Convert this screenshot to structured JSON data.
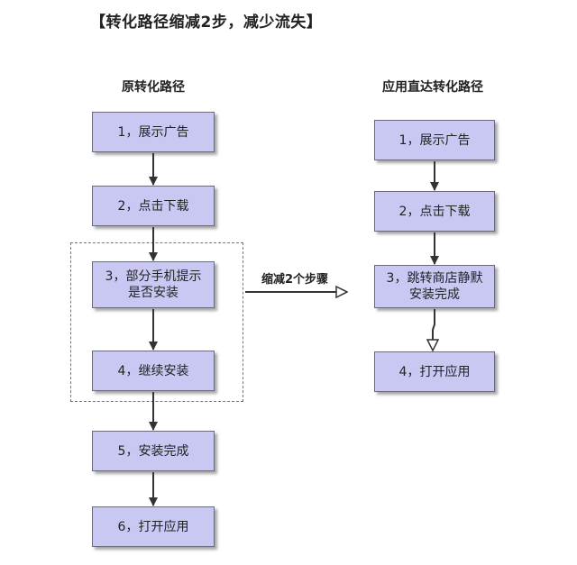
{
  "title": "【转化路径缩减2步，减少流失】",
  "left_column": {
    "heading": "原转化路径",
    "steps": [
      "1，展示广告",
      "2，点击下载",
      "3，部分手机提示是否安装",
      "4，继续安装",
      "5，安装完成",
      "6，打开应用"
    ]
  },
  "right_column": {
    "heading": "应用直达转化路径",
    "steps": [
      "1，展示广告",
      "2，点击下载",
      "3，跳转商店静默安装完成",
      "4，打开应用"
    ]
  },
  "connector_label": "缩减2个步骤",
  "colors": {
    "box_fill": "#c9c8f3",
    "box_border": "#6a6a7a",
    "arrow": "#333333"
  }
}
